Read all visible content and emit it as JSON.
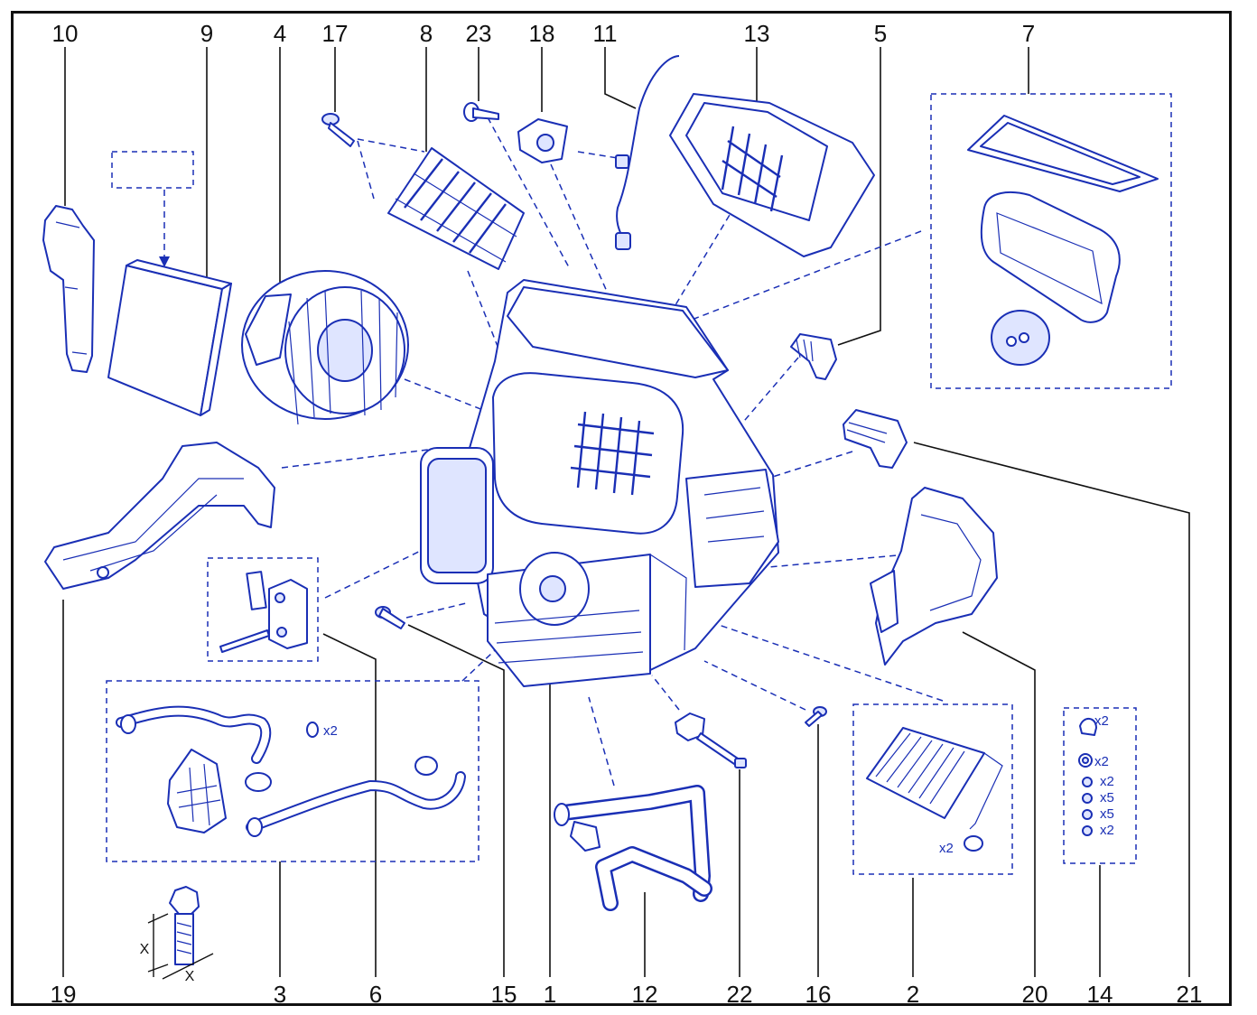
{
  "diagram": {
    "callouts_top": [
      "10",
      "9",
      "4",
      "17",
      "8",
      "23",
      "18",
      "11",
      "13",
      "5",
      "7"
    ],
    "callouts_bottom": [
      "19",
      "3",
      "6",
      "15",
      "1",
      "12",
      "22",
      "16",
      "2",
      "20",
      "14",
      "21"
    ],
    "quantities": {
      "clip_pair": "x2",
      "seal_pair": "x2",
      "fastener_kit": [
        "x2",
        "x2",
        "x2",
        "x5",
        "x5",
        "x2"
      ]
    },
    "dimension_label": "X"
  },
  "colors": {
    "line": "#1a2fb5",
    "text": "#111111",
    "fill": "#dfe5ff"
  }
}
